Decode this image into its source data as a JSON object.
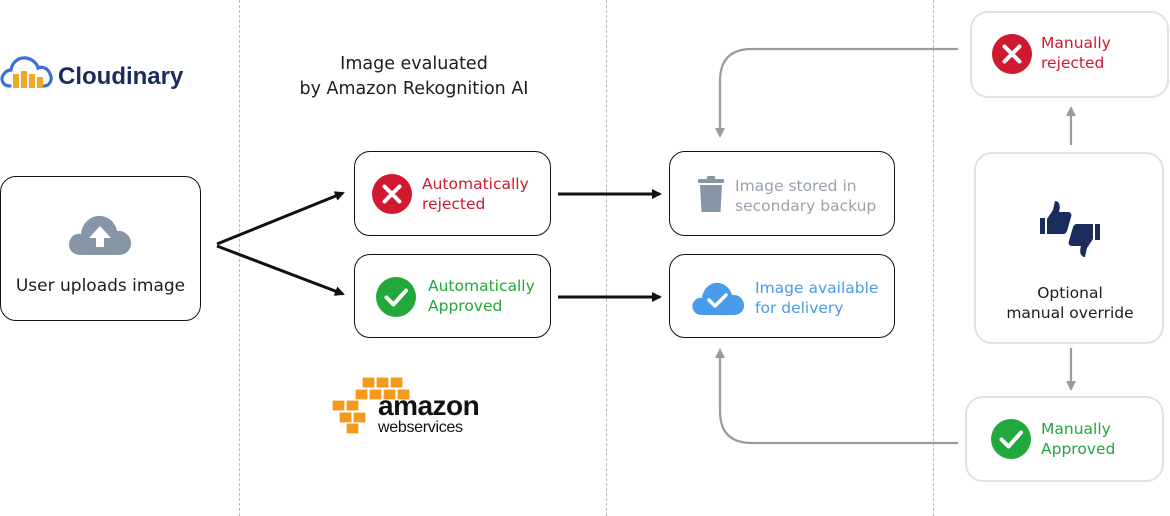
{
  "logos": {
    "cloudinary": "Cloudinary",
    "amazon": "amazon",
    "webservices": "webservices"
  },
  "stage_title": "Image evaluated\nby Amazon Rekognition AI",
  "nodes": {
    "upload": "User uploads image",
    "auto_rejected": "Automatically\nrejected",
    "auto_approved": "Automatically\nApproved",
    "backup": "Image stored in\nsecondary backup",
    "delivery": "Image available\nfor delivery",
    "manual_rejected": "Manually\nrejected",
    "override": "Optional\nmanual override",
    "manual_approved": "Manually\nApproved"
  },
  "icons": {
    "upload": "cloud-upload-icon",
    "reject": "x-circle-icon",
    "approve": "check-circle-icon",
    "trash": "trash-icon",
    "cloud_check": "cloud-check-icon",
    "thumbs": "thumbs-up-down-icon"
  },
  "colors": {
    "reject_red": "#d0192e",
    "approve_green": "#22a83c",
    "backup_grey": "#9aa3ad",
    "delivery_blue": "#4a9bea",
    "cloudinary_navy": "#1a2b5e",
    "aws_orange": "#f39a1c"
  }
}
